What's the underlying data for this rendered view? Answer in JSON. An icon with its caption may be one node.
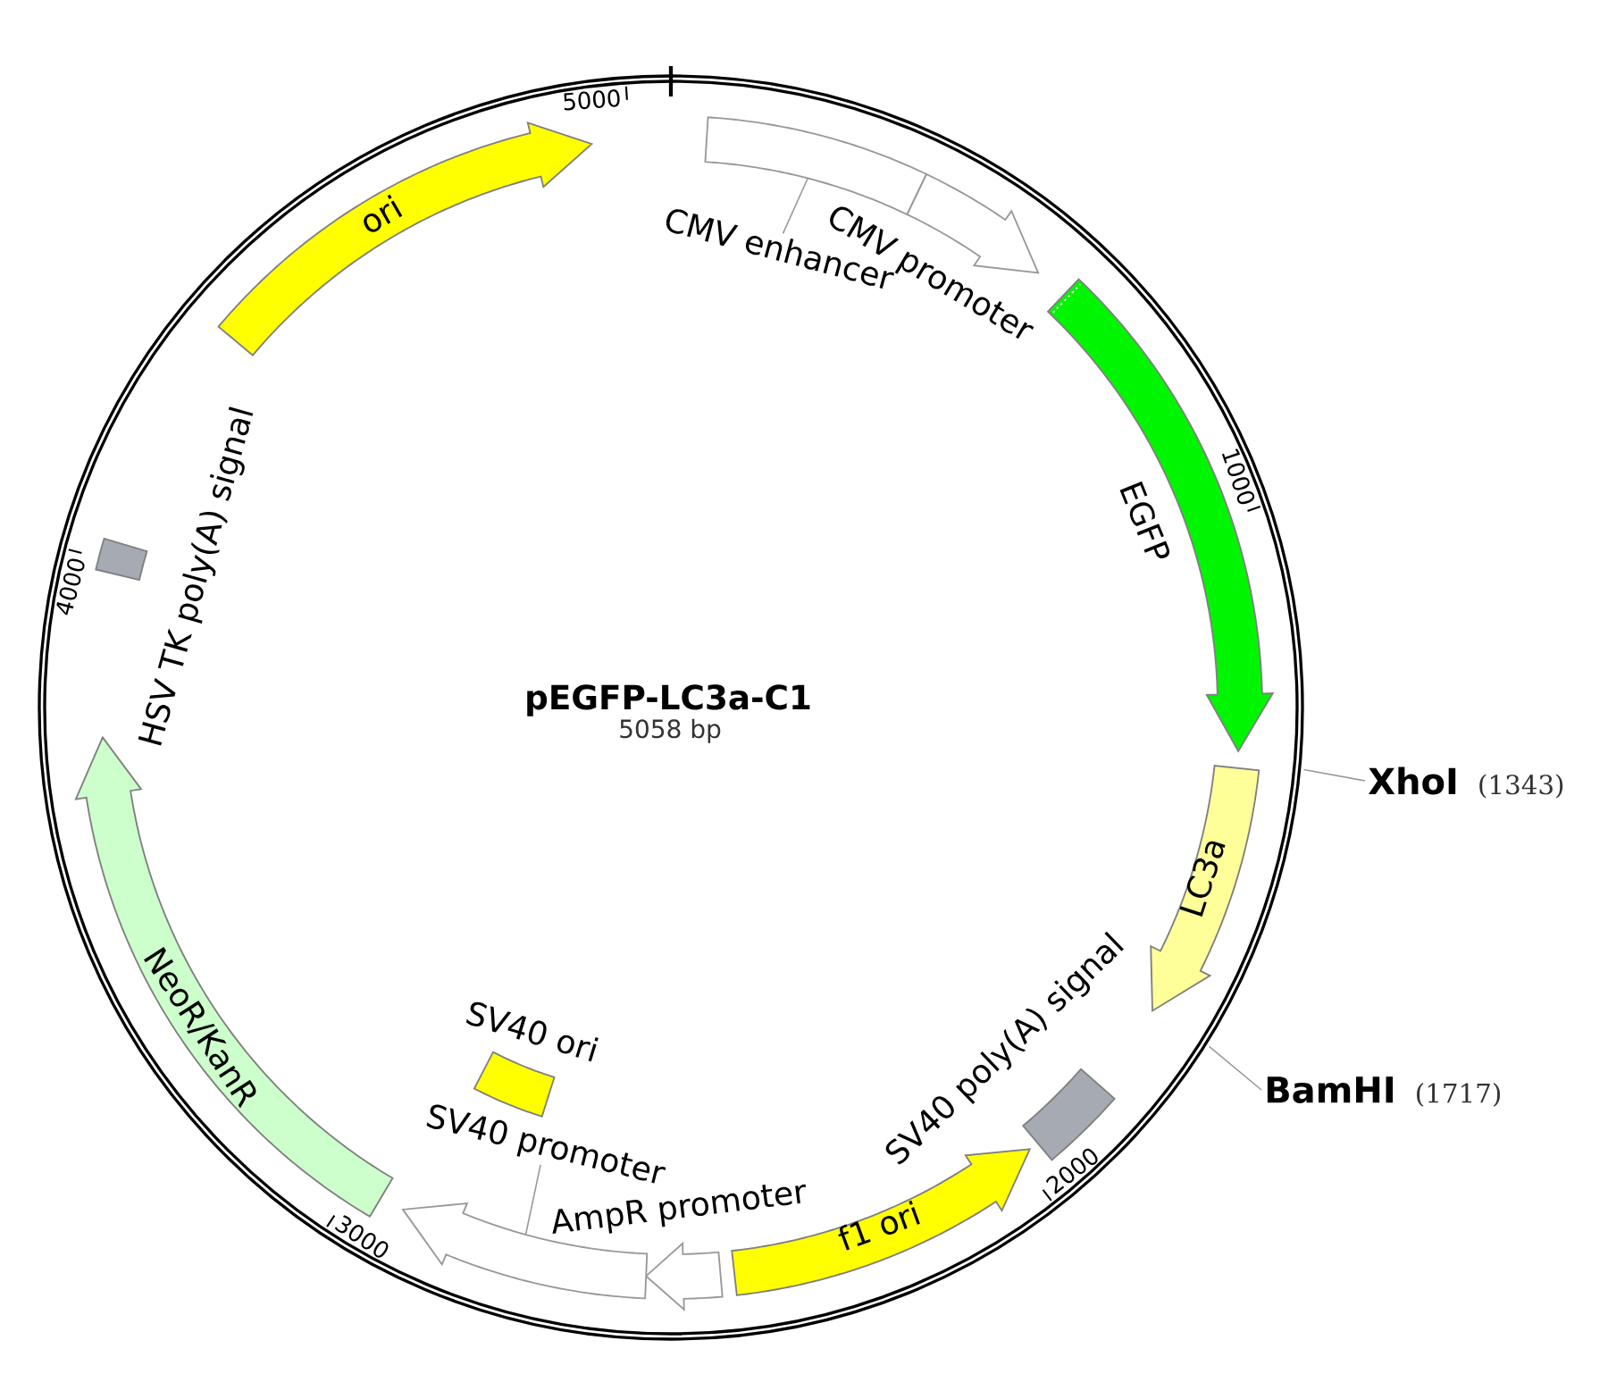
{
  "diagram": {
    "title": "pEGFP-LC3a-C1",
    "nodes": [
      {
        "text": [
          "ori"
        ]
      },
      {
        "text": [],
        "shape": "box"
      },
      {
        "text": [
          "CMV promoter"
        ]
      },
      {
        "text": [
          "CMV enhancer"
        ]
      },
      {
        "text": [
          "EGFP"
        ]
      },
      {
        "text": [
          "LC3a"
        ]
      },
      {
        "text": [
          "SV40 poly(A) signal"
        ]
      },
      {
        "text": [
          "f1 ori"
        ]
      },
      {
        "text": [
          "AmpR promoter"
        ]
      },
      {
        "text": [],
        "shape": "arrow"
      },
      {
        "text": [
          "SV40 promoter"
        ]
      },
      {
        "text": [
          "SV40 ori"
        ]
      },
      {
        "text": [
          "NeoR/KanR"
        ]
      },
      {
        "text": [
          "HSV TK poly(A) signal"
        ]
      },
      {
        "text": [
          "XhoI",
          "(1343)"
        ]
      },
      {
        "text": [
          "BamHI",
          "(1717)"
        ]
      }
    ],
    "edges": [
      {
        "from": 3,
        "to": 1,
        "arrow": "none"
      },
      {
        "from": 10,
        "to": 9,
        "arrow": "none"
      },
      {
        "from": 14,
        "to": null,
        "arrow": "none"
      },
      {
        "from": 15,
        "to": null,
        "arrow": "none"
      }
    ],
    "labels": [
      "5000",
      "1000",
      "4000",
      "5058 bp",
      "2000",
      "3000"
    ]
  }
}
